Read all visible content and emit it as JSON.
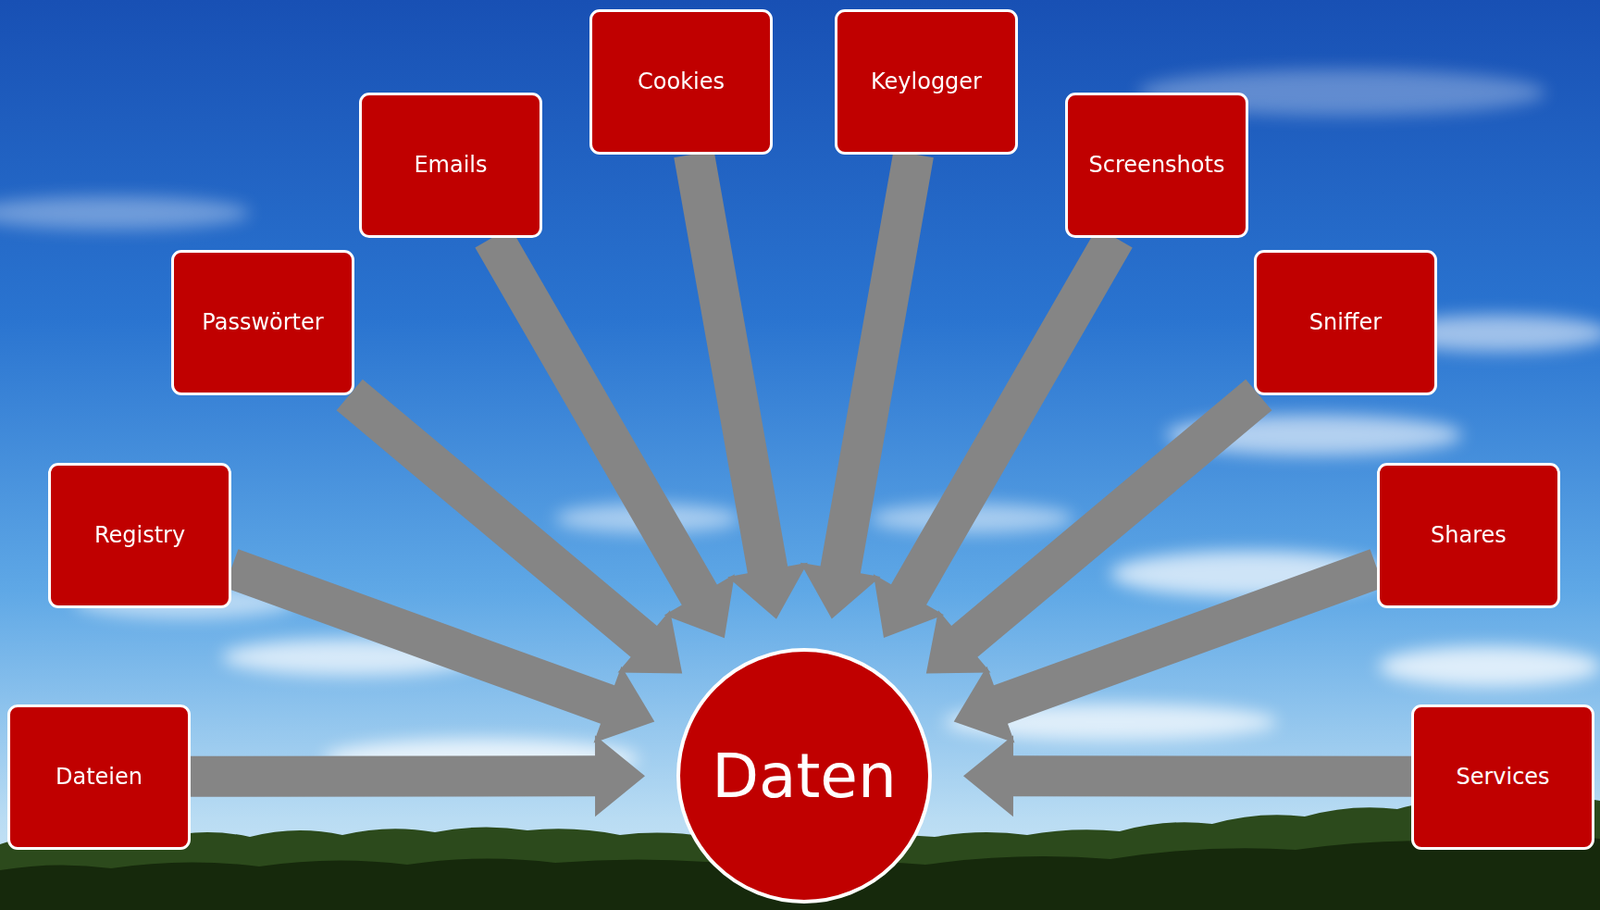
{
  "diagram": {
    "nodes": [
      {
        "text": [
          "Cookies"
        ]
      },
      {
        "text": [
          "Keylogger"
        ]
      },
      {
        "text": [
          "Emails"
        ]
      },
      {
        "text": [
          "Screenshots"
        ]
      },
      {
        "text": [
          "Passwörter"
        ]
      },
      {
        "text": [
          "Sniffer"
        ]
      },
      {
        "text": [
          "Registry"
        ]
      },
      {
        "text": [
          "Shares"
        ]
      },
      {
        "text": [
          "Dateien"
        ]
      },
      {
        "text": [
          "Daten"
        ]
      },
      {
        "text": [
          "Services"
        ]
      }
    ],
    "edges": [
      {
        "from": 0,
        "to": 9,
        "arrow": "to"
      },
      {
        "from": 1,
        "to": 9,
        "arrow": "to"
      },
      {
        "from": 2,
        "to": 9,
        "arrow": "to"
      },
      {
        "from": 3,
        "to": 9,
        "arrow": "to"
      },
      {
        "from": 4,
        "to": 9,
        "arrow": "to"
      },
      {
        "from": 5,
        "to": 9,
        "arrow": "to"
      },
      {
        "from": 6,
        "to": 9,
        "arrow": "to"
      },
      {
        "from": 7,
        "to": 9,
        "arrow": "to"
      },
      {
        "from": 8,
        "to": 9,
        "arrow": "to"
      },
      {
        "from": 10,
        "to": 9,
        "arrow": "to"
      }
    ]
  }
}
